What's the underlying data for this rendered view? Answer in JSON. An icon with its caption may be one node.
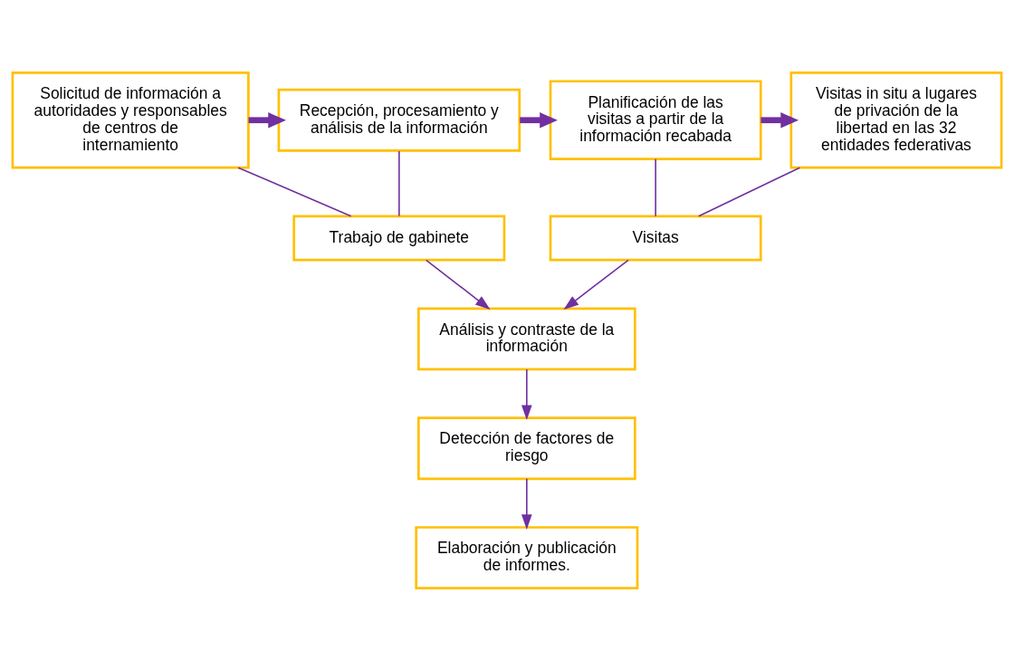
{
  "diagram": {
    "nodes": [
      {
        "text": [
          "Solicitud de información a autoridades y responsables de centros de internamiento"
        ]
      },
      {
        "text": [
          "Recepción, procesamiento y análisis de la información"
        ]
      },
      {
        "text": [
          "Planificación de las visitas a partir de la información recabada"
        ]
      },
      {
        "text": [
          "Visitas in situ a lugares de privación de la libertad en las 32 entidades federativas"
        ]
      },
      {
        "text": [
          "Trabajo de gabinete"
        ]
      },
      {
        "text": [
          "Visitas"
        ]
      },
      {
        "text": [
          "Análisis y contraste de la información"
        ]
      },
      {
        "text": [
          "Detección de factores de riesgo"
        ]
      },
      {
        "text": [
          "Elaboración y publicación de informes."
        ]
      }
    ],
    "edges": [
      {
        "from": 0,
        "to": 1,
        "arrow": "to",
        "style": "thick"
      },
      {
        "from": 1,
        "to": 2,
        "arrow": "to",
        "style": "thick"
      },
      {
        "from": 2,
        "to": 3,
        "arrow": "to",
        "style": "thick"
      },
      {
        "from": 0,
        "to": 4,
        "arrow": "none"
      },
      {
        "from": 1,
        "to": 4,
        "arrow": "none"
      },
      {
        "from": 2,
        "to": 5,
        "arrow": "none"
      },
      {
        "from": 3,
        "to": 5,
        "arrow": "none"
      },
      {
        "from": 4,
        "to": 6,
        "arrow": "to"
      },
      {
        "from": 5,
        "to": 6,
        "arrow": "to"
      },
      {
        "from": 6,
        "to": 7,
        "arrow": "to"
      },
      {
        "from": 7,
        "to": 8,
        "arrow": "to"
      }
    ]
  }
}
